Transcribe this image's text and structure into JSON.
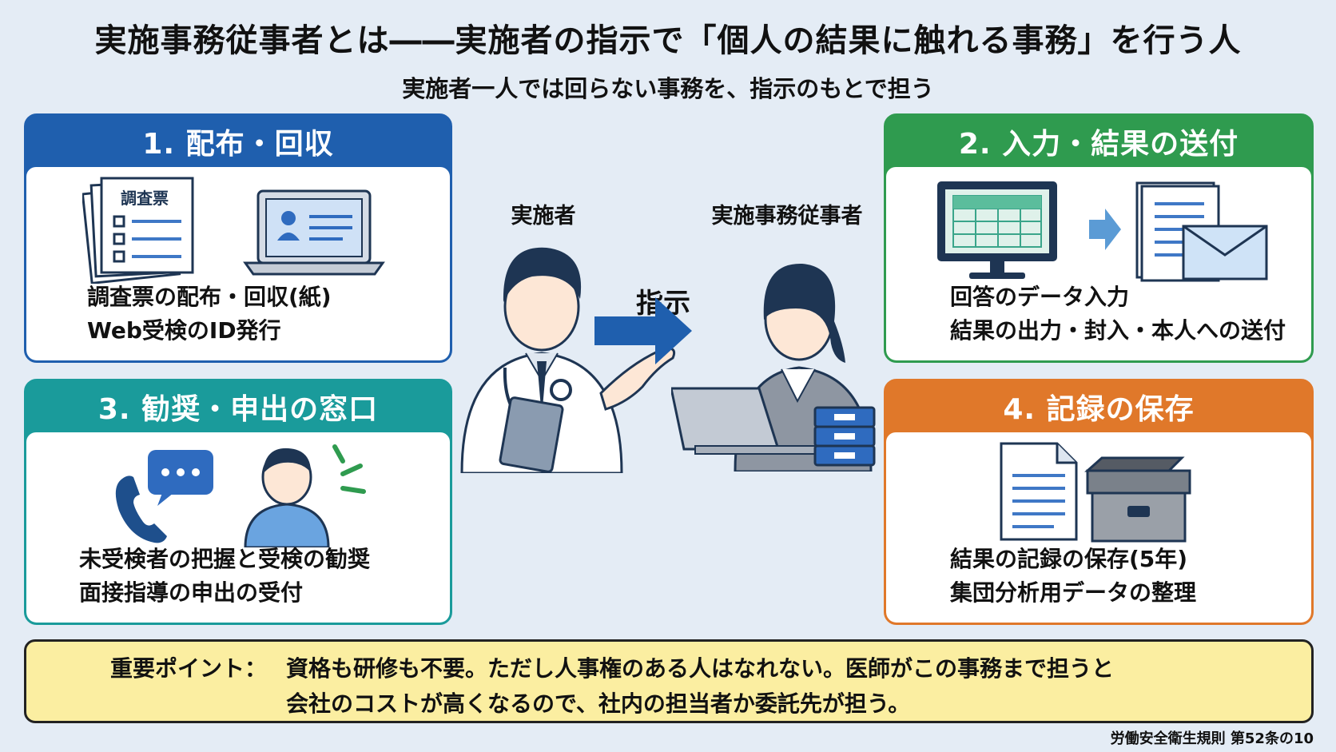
{
  "title": "実施事務従事者とは――実施者の指示で「個人の結果に触れる事務」を行う人",
  "subtitle": "実施者一人では回らない事務を、指示のもとで担う",
  "center": {
    "doctor_label": "実施者",
    "staff_label": "実施事務従事者",
    "instruction_label": "指示"
  },
  "cards": [
    {
      "heading": "1. 配布・回収",
      "icon_label": "調査票",
      "lines": [
        "調査票の配布・回収(紙)",
        "Web受検のID発行"
      ]
    },
    {
      "heading": "2. 入力・結果の送付",
      "lines": [
        "回答のデータ入力",
        "結果の出力・封入・本人への送付"
      ]
    },
    {
      "heading": "3. 勧奨・申出の窓口",
      "lines": [
        "未受検者の把握と受検の勧奨",
        "面接指導の申出の受付"
      ]
    },
    {
      "heading": "4. 記録の保存",
      "lines": [
        "結果の記録の保存(5年)",
        "集団分析用データの整理"
      ]
    }
  ],
  "point": {
    "label": "重要ポイント：",
    "line1": "資格も研修も不要。ただし人事権のある人はなれない。医師がこの事務まで担うと",
    "line2": "会社のコストが高くなるので、社内の担当者か委託先が担う。"
  },
  "footnote": "労働安全衛生規則 第52条の10",
  "colors": {
    "card1": "#1f5fae",
    "card2": "#2f9b4f",
    "card3": "#1a9b9b",
    "card4": "#e0782a",
    "arrow": "#1f5fae",
    "point_bg": "#fbeea1"
  }
}
